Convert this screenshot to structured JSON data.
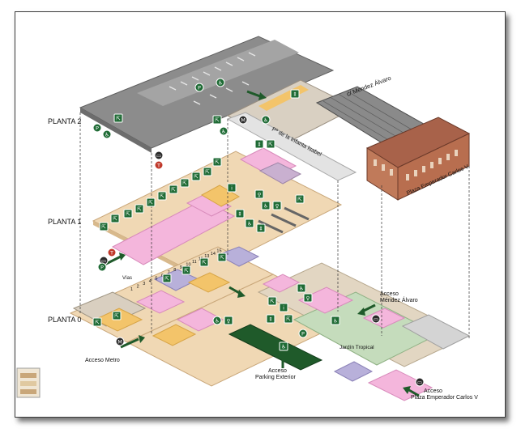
{
  "floors": {
    "planta2": "PLANTA 2",
    "planta1": "PLANTA 1",
    "planta0": "PLANTA 0"
  },
  "streets": {
    "mendez_alvaro": "c/ Mendez Álvaro",
    "infanta_isabel": "Pº de la Infanta Isabel",
    "emperador_carlos_v": "Plaza Emperador Carlos V"
  },
  "access": {
    "metro": "Acceso Metro",
    "parking_exterior_line1": "Acceso",
    "parking_exterior_line2": "Parking Exterior",
    "mendez_alvaro_line1": "Acceso",
    "mendez_alvaro_line2": "Méndez Álvaro",
    "carlos_v_line1": "Acceso",
    "carlos_v_line2": "Plaza Emperador Carlos V"
  },
  "zones": {
    "jardin": "Jardín Tropical",
    "vias": "Vías"
  },
  "track_numbers": [
    "1",
    "2",
    "3",
    "4",
    "5",
    "6",
    "7",
    "8",
    "9",
    "10",
    "11",
    "12",
    "13",
    "14",
    "15"
  ],
  "colors": {
    "road": "#8c8c8c",
    "road_light": "#b9b9b9",
    "floor": "#f0d8b4",
    "floor_edge": "#c9a77a",
    "pink": "#f4b6dc",
    "purple": "#b8b0da",
    "orange": "#f3c46a",
    "dark_green": "#1f5a2a",
    "garden": "#c5dcbc",
    "brick": "#a8624a",
    "roof": "#8a8a8a"
  },
  "icons": [
    "parking-icon",
    "accessible-icon",
    "bus-icon",
    "taxi-icon",
    "metro-icon",
    "exit-icon",
    "toilet-icon",
    "info-icon",
    "escalator-icon",
    "elevator-icon"
  ]
}
